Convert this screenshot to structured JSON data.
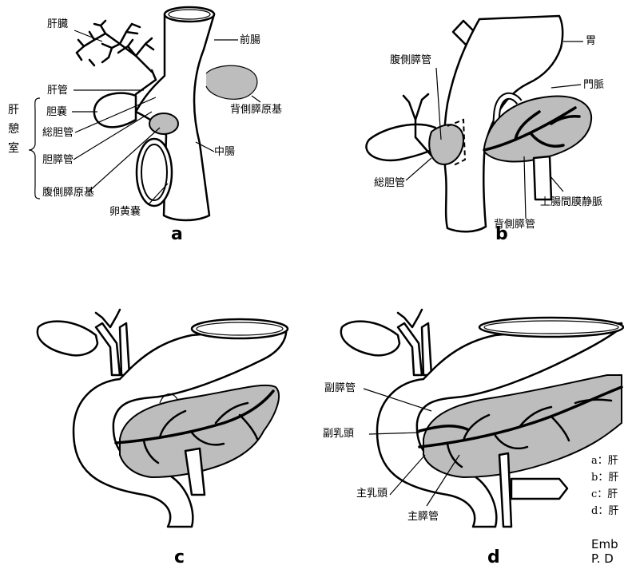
{
  "panel_a": {
    "letter": "a",
    "labels": {
      "liver": "肝臓",
      "foregut": "前腸",
      "hepatic_duct": "肝管",
      "gallbladder": "胆嚢",
      "common_bile_duct": "総胆管",
      "cystic_pancreatic_duct": "胆膵管",
      "ventral_bud": "腹側膵原基",
      "dorsal_bud": "背側膵原基",
      "midgut": "中腸",
      "yolk_sac": "卵黄嚢",
      "diverticulum": "肝憩室"
    }
  },
  "panel_b": {
    "letter": "b",
    "labels": {
      "stomach": "胃",
      "ventral_duct": "腹側膵管",
      "portal_vein": "門脈",
      "common_bile_duct": "総胆管",
      "smv": "上腸間膜静脈",
      "dorsal_duct": "背側膵管"
    }
  },
  "panel_c": {
    "letter": "c"
  },
  "panel_d": {
    "letter": "d",
    "labels": {
      "accessory_duct": "副膵管",
      "minor_papilla": "副乳頭",
      "major_papilla": "主乳頭",
      "main_duct": "主膵管"
    }
  },
  "legend": [
    "a：肝",
    "b：肝",
    "c：肝",
    "d：肝"
  ],
  "source": [
    "Emb",
    "P. D"
  ],
  "colors": {
    "tissue": "#bdbdbd",
    "ink": "#000000",
    "background": "#ffffff"
  }
}
